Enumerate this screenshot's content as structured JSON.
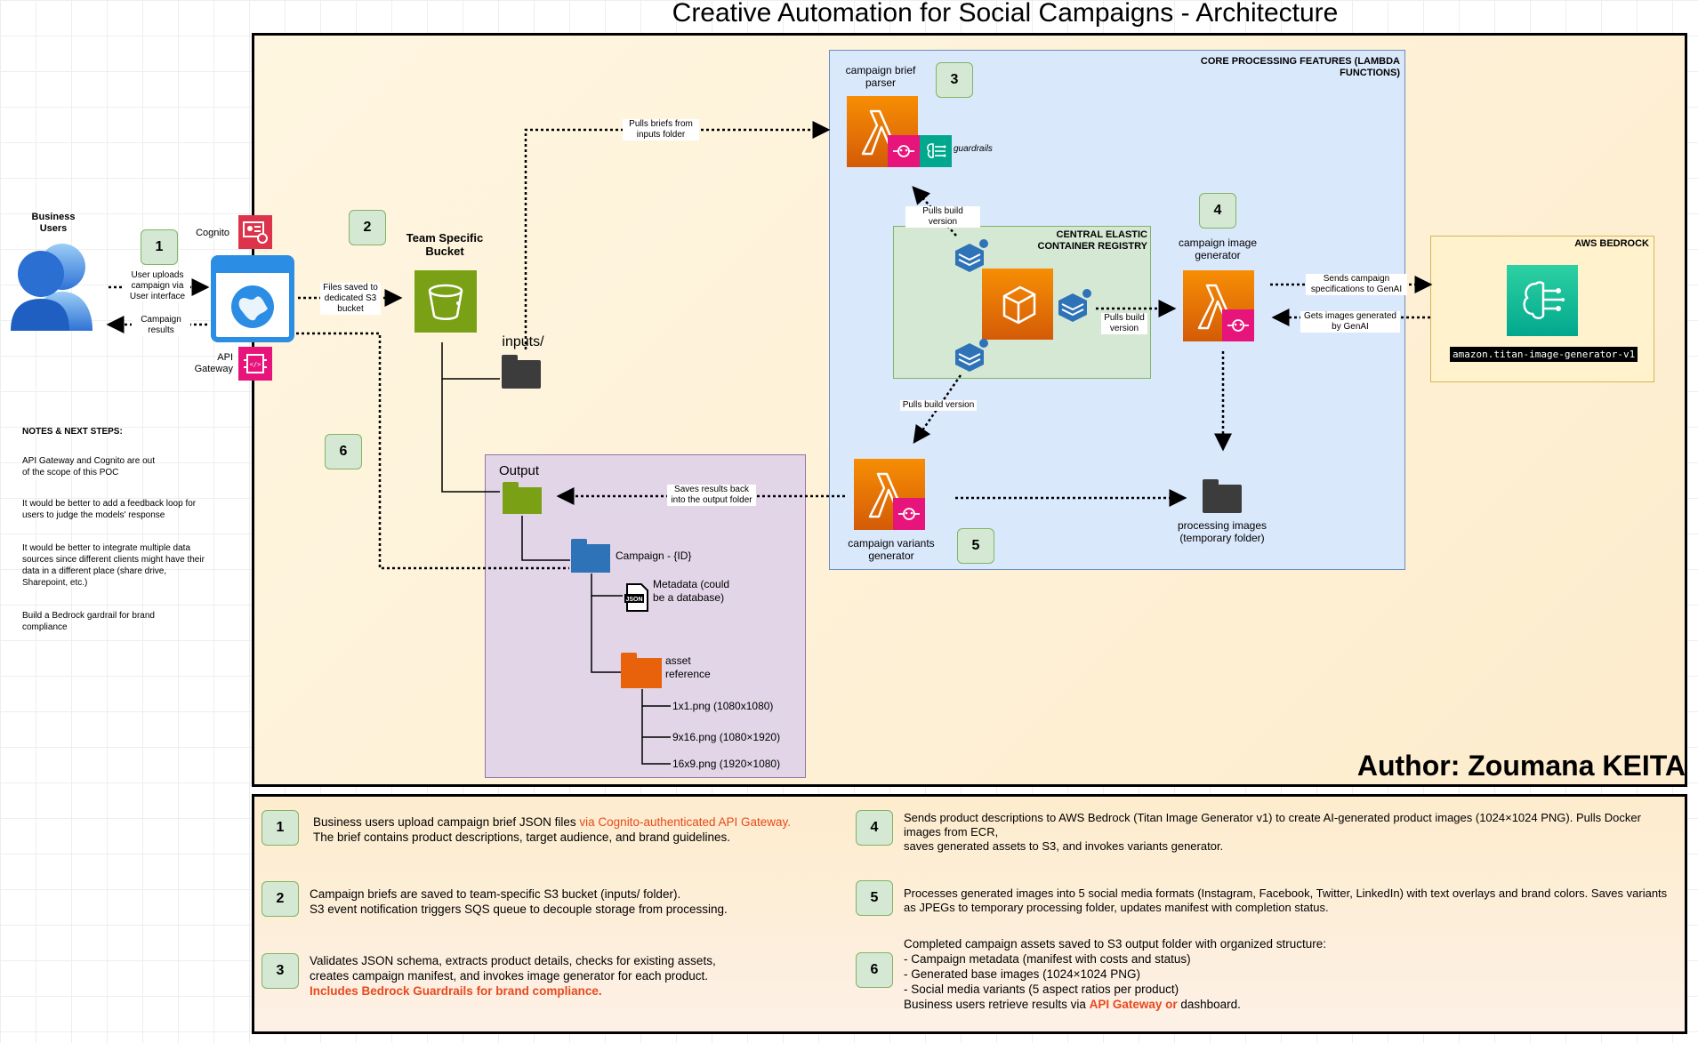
{
  "title": "Creative Automation for Social Campaigns - Architecture",
  "author": "Author: Zoumana KEITA",
  "actors": {
    "business_users": "Business Users",
    "cognito": "Cognito",
    "api_gateway": "API Gateway"
  },
  "arrow_labels": {
    "user_uploads": "User uploads campaign via User interface",
    "campaign_results": "Campaign results",
    "files_saved": "Files saved to dedicated S3 bucket",
    "pulls_briefs": "Pulls briefs from inputs folder",
    "pulls_build_version_top": "Pulls build version",
    "pulls_build_version_right": "Pulls build version",
    "pulls_build_version_bottom": "Pulls build version",
    "sends_campaign": "Sends campaign specifications to GenAI",
    "gets_images": "Gets images generated by GenAI",
    "saves_results": "Saves results back into the output folder"
  },
  "components": {
    "team_bucket": "Team Specific Bucket",
    "inputs_folder": "inputs/",
    "core_processing": "CORE PROCESSING FEATURES (LAMBDA FUNCTIONS)",
    "brief_parser": "campaign brief parser",
    "guardrails": "guardrails",
    "ecr": "CENTRAL ELASTIC CONTAINER REGISTRY",
    "image_generator": "campaign image generator",
    "variants_generator": "campaign variants generator",
    "processing_images": "processing images (temporary folder)",
    "aws_bedrock": "AWS BEDROCK",
    "bedrock_model": "amazon.titan-image-generator-v1"
  },
  "output_tree": {
    "output": "Output",
    "campaign": "Campaign - {ID}",
    "metadata": "Metadata (could be a database)",
    "json_icon_text": "JSON",
    "asset_reference": "asset reference",
    "files": [
      "1x1.png (1080x1080)",
      "9x16.png (1080×1920)",
      "16x9.png (1920×1080)"
    ]
  },
  "step_numbers": [
    "1",
    "2",
    "3",
    "4",
    "5",
    "6"
  ],
  "notes": {
    "heading": "NOTES & NEXT STEPS:",
    "items": [
      "API Gateway and Cognito are out of the scope of this POC",
      "It would be better to add a feedback loop for users to judge the models' response",
      "It would be better to integrate multiple data sources since different clients might have their data in a different place (share drive, Sharepoint, etc.)",
      "Build a Bedrock gardrail for brand compliance"
    ]
  },
  "descriptions": {
    "step1": {
      "line1_a": "Business users upload campaign brief JSON files ",
      "line1_b": "via Cognito-authenticated API Gateway",
      "line1_c": ".",
      "line2": "The brief contains product descriptions, target audience, and brand guidelines."
    },
    "step2": {
      "line1": "Campaign briefs are saved to team-specific S3 bucket (inputs/ folder).",
      "line2": "S3 event notification triggers SQS queue to decouple storage from processing."
    },
    "step3": {
      "line1": "Validates JSON schema, extracts product details, checks for existing assets,",
      "line2": "creates campaign manifest, and invokes image generator for each product.",
      "line3": "Includes Bedrock Guardrails for brand compliance."
    },
    "step4": {
      "line1": "Sends product descriptions to AWS Bedrock (Titan Image Generator v1) to create  AI-generated product images (1024×1024 PNG). Pulls Docker images from ECR,",
      "line2": "saves generated assets to S3, and invokes variants generator."
    },
    "step5": {
      "line1": "Processes generated images into 5 social media formats (Instagram, Facebook, Twitter, LinkedIn) with text overlays and brand colors. Saves variants as JPEGs to temporary processing folder, updates manifest with completion status."
    },
    "step6": {
      "line1": "Completed campaign assets saved to S3 output folder with organized structure:",
      "line2": "- Campaign metadata (manifest with costs and status)",
      "line3": "- Generated base images (1024×1024 PNG)",
      "line4": "- Social media variants (5 aspect ratios per product)",
      "line5_a": "Business users retrieve results via ",
      "line5_b": "API Gateway or",
      "line5_c": " dashboard."
    }
  },
  "colors": {
    "lambda_orange": "#f78e04",
    "s3_green": "#7aa116",
    "cognito_pink": "#dd344c",
    "api_pink": "#e7157b",
    "bedrock_teal": "#01a88d",
    "ecr_blue": "#2e73b8",
    "highlight_orange": "#e8491d"
  },
  "icons": [
    "users-icon",
    "browser-icon",
    "cognito-icon",
    "api-gateway-icon",
    "s3-bucket-icon",
    "lambda-icon",
    "bedrock-icon",
    "ecr-icon",
    "folder-icon",
    "json-file-icon"
  ]
}
